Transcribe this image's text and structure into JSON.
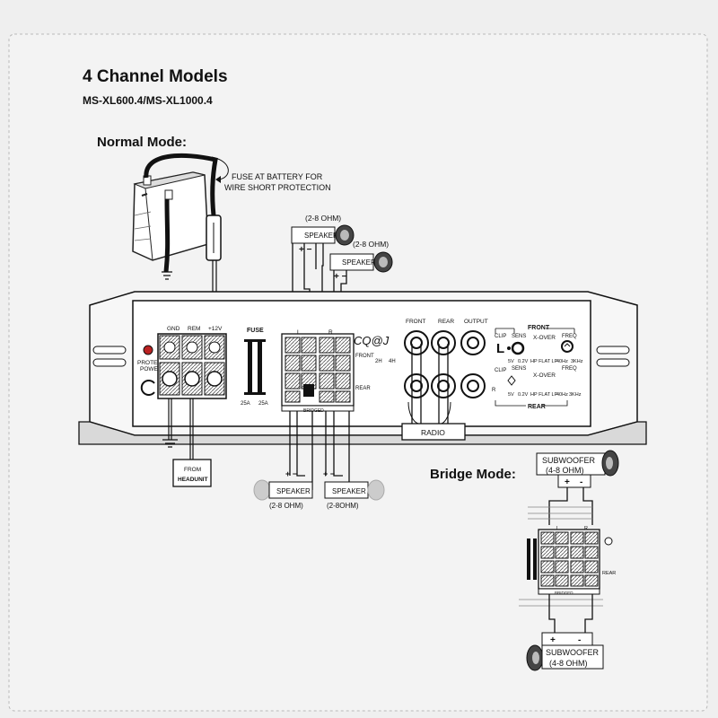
{
  "heading": {
    "title": "4 Channel  Models",
    "models": "MS-XL600.4/MS-XL1000.4"
  },
  "normal_mode": {
    "label": "Normal Mode:",
    "fuse_note_1": "FUSE AT BATTERY FOR",
    "fuse_note_2": "WIRE SHORT PROTECTION",
    "speaker_label": "SPEAKER",
    "impedance": "(2-8 OHM)",
    "impedance_alt": "(2-8OHM)",
    "from_label": "FROM",
    "headunit_label": "HEADUNIT",
    "radio_label": "RADIO"
  },
  "amplifier": {
    "gnd": "GND",
    "rem": "REM",
    "plus12v": "+12V",
    "fuse": "FUSE",
    "fuse_rating_1": "25A",
    "fuse_rating_2": "25A",
    "protect_1": "PROTECT",
    "protect_2": "POWER",
    "front": "FRONT",
    "rear": "REAR",
    "output": "OUTPUT",
    "ch_l": "L",
    "ch_r": "R",
    "bridged": "BRIDGED",
    "mode_2h": "2H",
    "mode_4h": "4H",
    "brand": "CQ@J",
    "clip": "CLIP",
    "sens": "SENS",
    "x_over": "X-OVER",
    "freq": "FREQ",
    "front_ctrl": "FRONT",
    "rear_ctrl": "REAR",
    "v5": "5V",
    "v02": "0.2V",
    "hp_flat_lp": "HP FLAT LP",
    "hz40": "40Hz",
    "khz3": "3KHz"
  },
  "bridge_mode": {
    "label": "Bridge Mode:",
    "subwoofer": "SUBWOOFER",
    "sub_impedance": "(4-8 OHM)",
    "plus": "+",
    "minus": "-"
  }
}
